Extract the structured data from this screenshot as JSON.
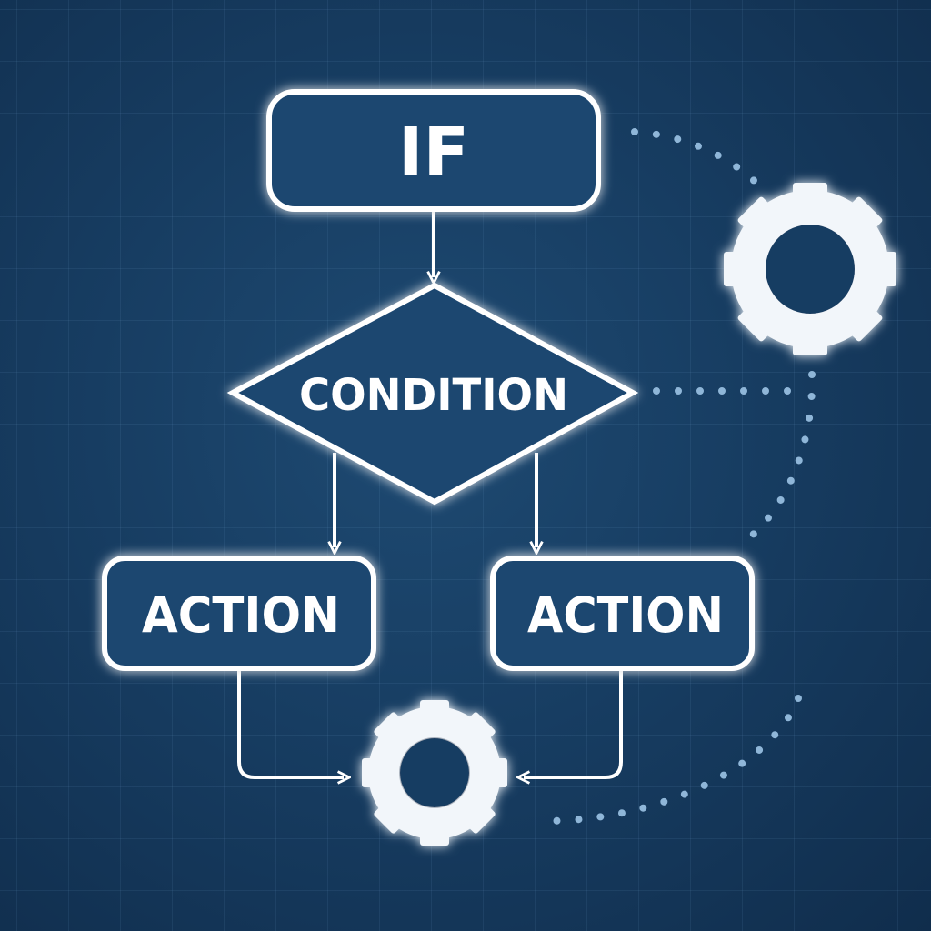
{
  "flowchart": {
    "start_label": "IF",
    "decision_label": "CONDITION",
    "left_action_label": "ACTION",
    "right_action_label": "ACTION"
  },
  "icons": {
    "top_right": "gear-icon",
    "bottom_center": "gear-icon"
  },
  "colors": {
    "background": "#173d62",
    "node_fill": "#1b4670",
    "stroke": "#ffffff",
    "dots": "#8fb6d8"
  }
}
